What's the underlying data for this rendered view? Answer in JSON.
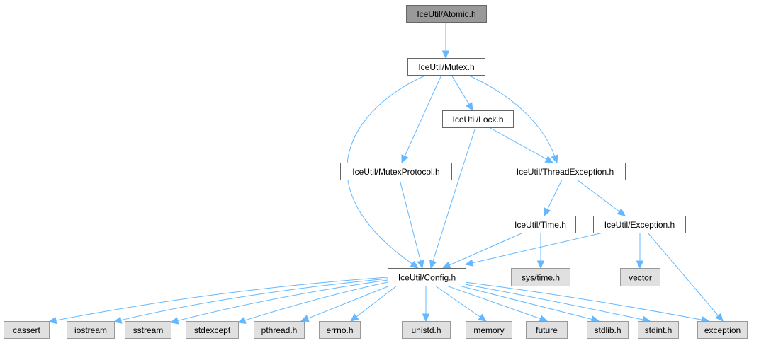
{
  "graph": {
    "title": "IceUtil/Atomic.h include dependency graph",
    "colors": {
      "edge": "#63b8ff",
      "root_fill": "#999999",
      "local_fill": "#ffffff",
      "system_fill": "#e0e0e0"
    },
    "nodes": [
      {
        "id": "atomic",
        "label": "IceUtil/Atomic.h",
        "kind": "root"
      },
      {
        "id": "mutex",
        "label": "IceUtil/Mutex.h",
        "kind": "local"
      },
      {
        "id": "lock",
        "label": "IceUtil/Lock.h",
        "kind": "local"
      },
      {
        "id": "mutexprotocol",
        "label": "IceUtil/MutexProtocol.h",
        "kind": "local"
      },
      {
        "id": "threadexception",
        "label": "IceUtil/ThreadException.h",
        "kind": "local"
      },
      {
        "id": "time",
        "label": "IceUtil/Time.h",
        "kind": "local"
      },
      {
        "id": "exception_h",
        "label": "IceUtil/Exception.h",
        "kind": "local"
      },
      {
        "id": "config",
        "label": "IceUtil/Config.h",
        "kind": "local"
      },
      {
        "id": "systime",
        "label": "sys/time.h",
        "kind": "sys"
      },
      {
        "id": "vector",
        "label": "vector",
        "kind": "sys"
      },
      {
        "id": "cassert",
        "label": "cassert",
        "kind": "sys"
      },
      {
        "id": "iostream",
        "label": "iostream",
        "kind": "sys"
      },
      {
        "id": "sstream",
        "label": "sstream",
        "kind": "sys"
      },
      {
        "id": "stdexcept",
        "label": "stdexcept",
        "kind": "sys"
      },
      {
        "id": "pthread",
        "label": "pthread.h",
        "kind": "sys"
      },
      {
        "id": "errno",
        "label": "errno.h",
        "kind": "sys"
      },
      {
        "id": "unistd",
        "label": "unistd.h",
        "kind": "sys"
      },
      {
        "id": "memory",
        "label": "memory",
        "kind": "sys"
      },
      {
        "id": "future",
        "label": "future",
        "kind": "sys"
      },
      {
        "id": "stdlib",
        "label": "stdlib.h",
        "kind": "sys"
      },
      {
        "id": "stdint",
        "label": "stdint.h",
        "kind": "sys"
      },
      {
        "id": "exception",
        "label": "exception",
        "kind": "sys"
      }
    ],
    "edges": [
      {
        "from": "atomic",
        "to": "mutex"
      },
      {
        "from": "mutex",
        "to": "config"
      },
      {
        "from": "mutex",
        "to": "mutexprotocol"
      },
      {
        "from": "mutex",
        "to": "lock"
      },
      {
        "from": "mutex",
        "to": "threadexception"
      },
      {
        "from": "lock",
        "to": "config"
      },
      {
        "from": "lock",
        "to": "threadexception"
      },
      {
        "from": "mutexprotocol",
        "to": "config"
      },
      {
        "from": "threadexception",
        "to": "time"
      },
      {
        "from": "threadexception",
        "to": "exception_h"
      },
      {
        "from": "time",
        "to": "config"
      },
      {
        "from": "time",
        "to": "systime"
      },
      {
        "from": "exception_h",
        "to": "config"
      },
      {
        "from": "exception_h",
        "to": "vector"
      },
      {
        "from": "exception_h",
        "to": "exception"
      },
      {
        "from": "config",
        "to": "cassert"
      },
      {
        "from": "config",
        "to": "iostream"
      },
      {
        "from": "config",
        "to": "sstream"
      },
      {
        "from": "config",
        "to": "stdexcept"
      },
      {
        "from": "config",
        "to": "pthread"
      },
      {
        "from": "config",
        "to": "errno"
      },
      {
        "from": "config",
        "to": "unistd"
      },
      {
        "from": "config",
        "to": "memory"
      },
      {
        "from": "config",
        "to": "future"
      },
      {
        "from": "config",
        "to": "stdlib"
      },
      {
        "from": "config",
        "to": "stdint"
      },
      {
        "from": "config",
        "to": "exception"
      }
    ]
  }
}
